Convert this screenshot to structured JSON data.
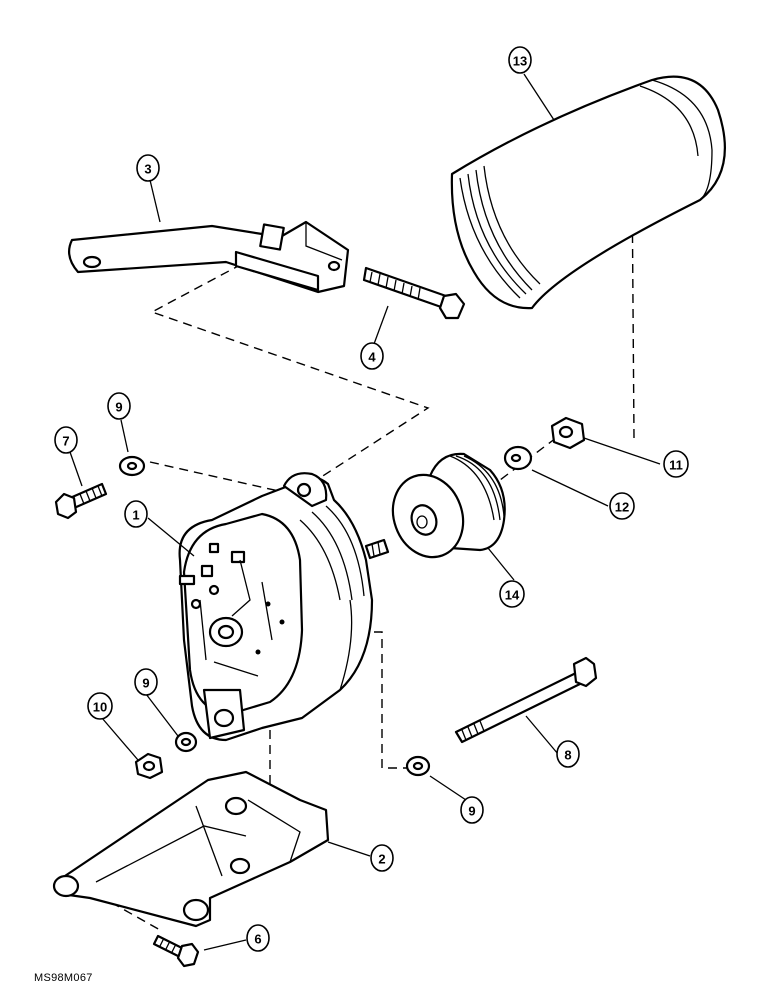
{
  "drawing_code": "MS98M067",
  "callouts": [
    "13",
    "3",
    "4",
    "9",
    "7",
    "1",
    "11",
    "12",
    "14",
    "9",
    "10",
    "8",
    "9",
    "2",
    "6"
  ]
}
